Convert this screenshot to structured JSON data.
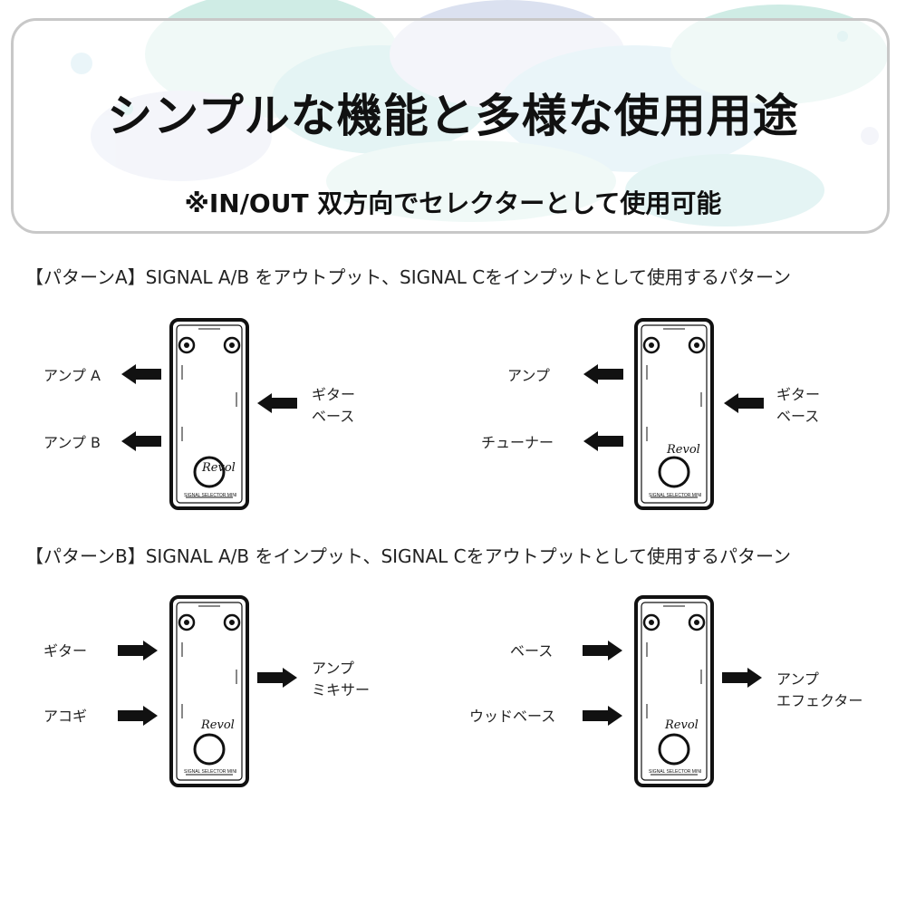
{
  "banner": {
    "title": "シンプルな機能と多様な使用用途",
    "subtitle": "※IN/OUT 双方向でセレクターとして使用可能",
    "accent_colors": [
      "#8fd3cf",
      "#bfe6dd",
      "#cfd8ec",
      "#a9d7e6"
    ]
  },
  "section_a": {
    "heading": "【パターンA】SIGNAL A/B をアウトプット、SIGNAL Cをインプットとして使用するパターン",
    "left": {
      "out_a": "アンプ A",
      "out_b": "アンプ B",
      "in_line1": "ギター",
      "in_line2": "ベース"
    },
    "right": {
      "out_a": "アンプ",
      "out_b": "チューナー",
      "in_line1": "ギター",
      "in_line2": "ベース"
    }
  },
  "section_b": {
    "heading": "【パターンB】SIGNAL A/B をインプット、SIGNAL Cをアウトプットとして使用するパターン",
    "left": {
      "in_a": "ギター",
      "in_b": "アコギ",
      "out_line1": "アンプ",
      "out_line2": "ミキサー"
    },
    "right": {
      "in_a": "ベース",
      "in_b": "ウッドベース",
      "out_line1": "アンプ",
      "out_line2": "エフェクター"
    }
  },
  "pedal": {
    "logo": "Revol",
    "model": "SIGNAL SELECTOR MINI"
  }
}
